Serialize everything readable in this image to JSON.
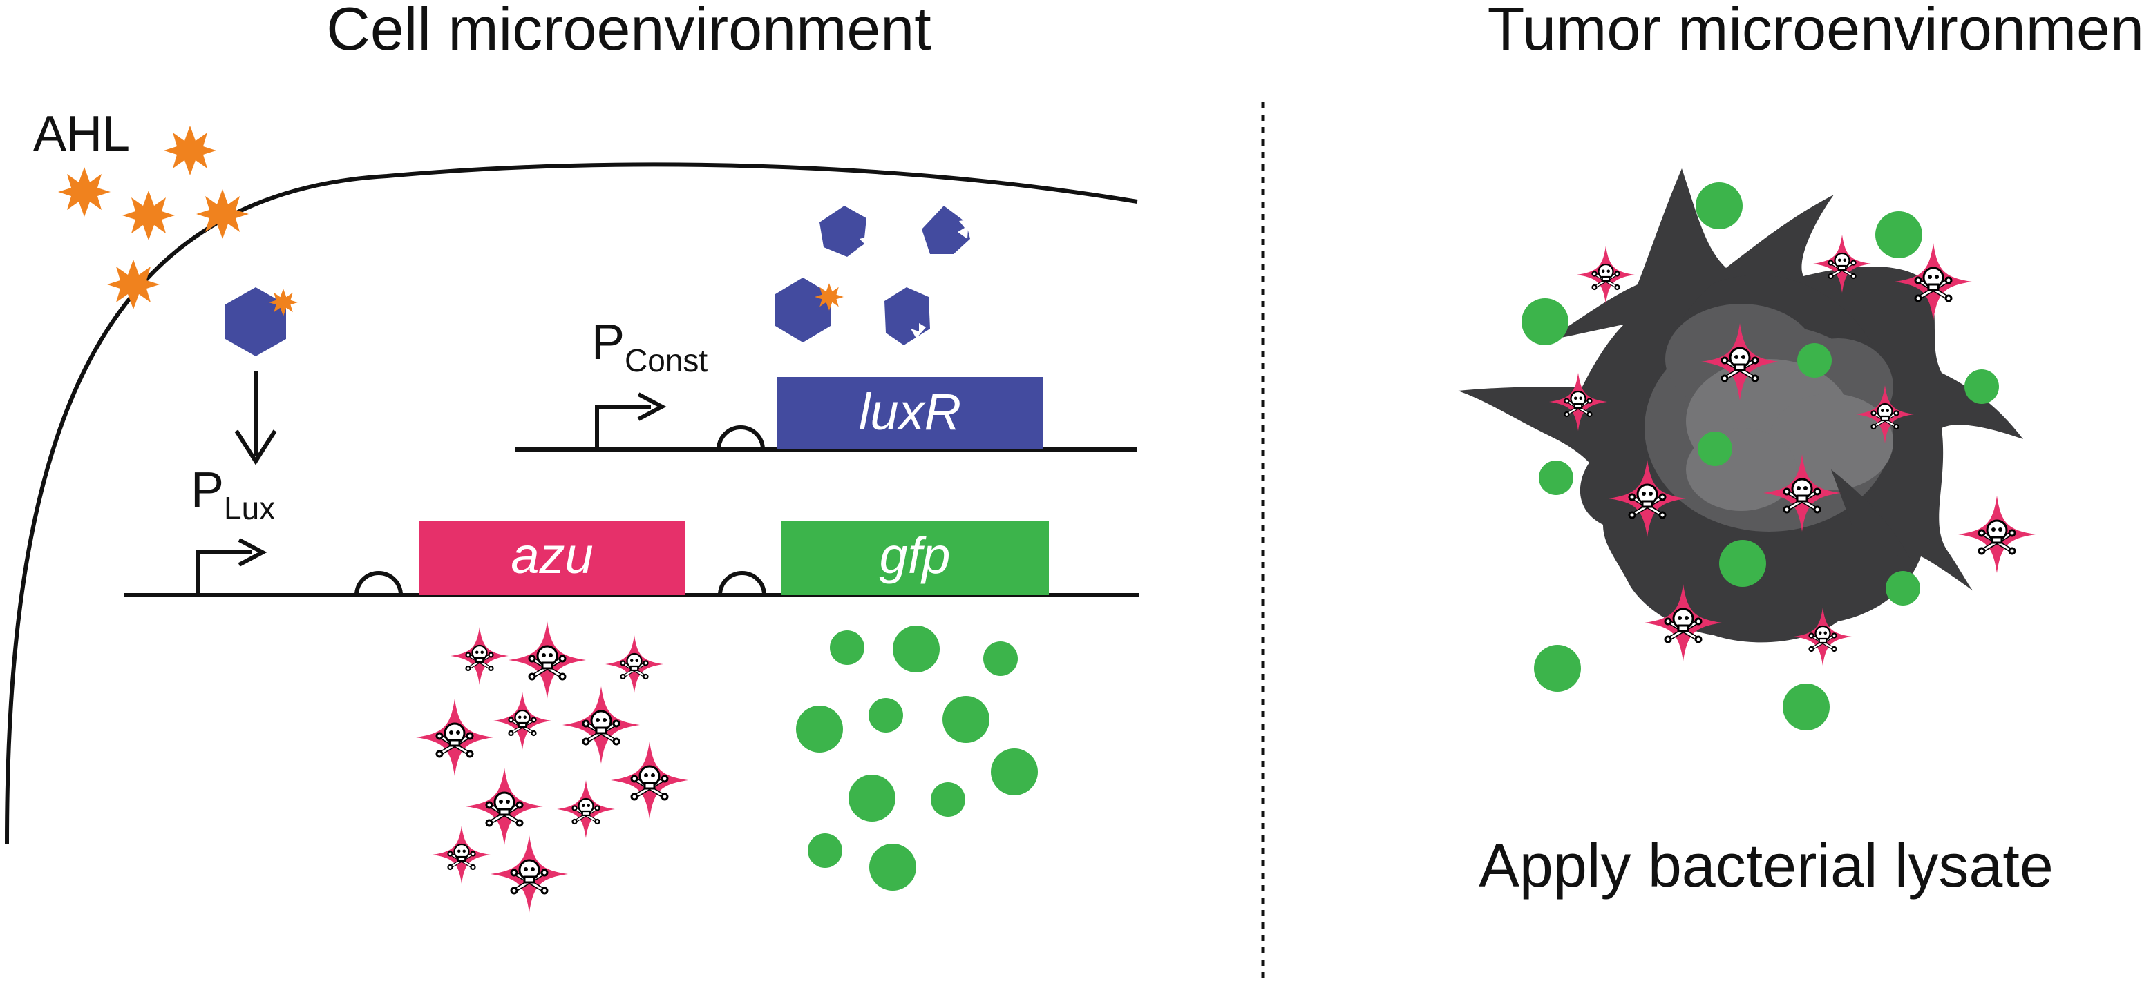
{
  "titles": {
    "left": "Cell microenvironment",
    "right": "Tumor microenvironment"
  },
  "labels": {
    "signal": "AHL",
    "caption": "Apply bacterial lysate"
  },
  "promoters": {
    "lux": {
      "main": "P",
      "sub": "Lux"
    },
    "const": {
      "main": "P",
      "sub": "Const"
    }
  },
  "genes": {
    "luxr": "luxR",
    "azu": "azu",
    "gfp": "gfp"
  },
  "colors": {
    "ahl": "#f0821e",
    "luxr_protein": "#434b9f",
    "azurin": "#e6306a",
    "gfp": "#3cb44b",
    "tumor_dark": "#3b3b3d",
    "tumor_mid": "#5a5a5c",
    "tumor_light": "#757577",
    "ink": "#111111"
  },
  "icons": {
    "signal": "starburst-icon",
    "receptor": "hexagon-icon",
    "toxin": "skull-crossbones-icon",
    "reporter": "circle-icon",
    "promoter": "bent-arrow-icon",
    "rbs": "half-circle-icon"
  }
}
